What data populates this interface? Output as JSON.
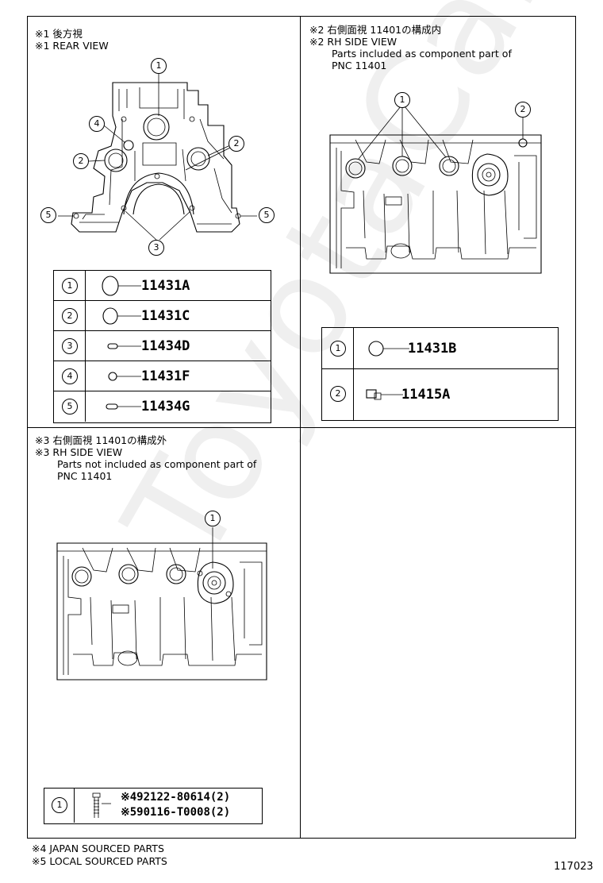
{
  "watermark": "ToyotaCar",
  "panels": {
    "rear_view": {
      "title_jp": "※1 後方視",
      "title_en": "※1 REAR VIEW",
      "callouts": [
        "1",
        "4",
        "2",
        "2",
        "5",
        "5",
        "3"
      ],
      "parts": [
        {
          "ref": "1",
          "part_no": "11431A"
        },
        {
          "ref": "2",
          "part_no": "11431C"
        },
        {
          "ref": "3",
          "part_no": "11434D"
        },
        {
          "ref": "4",
          "part_no": "11431F"
        },
        {
          "ref": "5",
          "part_no": "11434G"
        }
      ]
    },
    "rh_side_included": {
      "title_jp": "※2 右側面視 11401の構成内",
      "title_en": "※2 RH SIDE VIEW",
      "note_line1": "Parts included as component part of",
      "note_line2": "PNC 11401",
      "callouts": [
        "1",
        "2"
      ],
      "parts": [
        {
          "ref": "1",
          "part_no": "11431B"
        },
        {
          "ref": "2",
          "part_no": "11415A"
        }
      ]
    },
    "rh_side_excluded": {
      "title_jp": "※3 右側面視 11401の構成外",
      "title_en": "※3 RH SIDE VIEW",
      "note_line1": "Parts not included as component part of",
      "note_line2": "PNC 11401",
      "callouts": [
        "1"
      ],
      "parts": [
        {
          "ref": "1",
          "line1": "※492122-80614(2)",
          "line2": "※590116-T0008(2)"
        }
      ]
    }
  },
  "footnotes": {
    "note4": "※4 JAPAN SOURCED PARTS",
    "note5": "※5 LOCAL SOURCED PARTS"
  },
  "figure_id": "117023"
}
